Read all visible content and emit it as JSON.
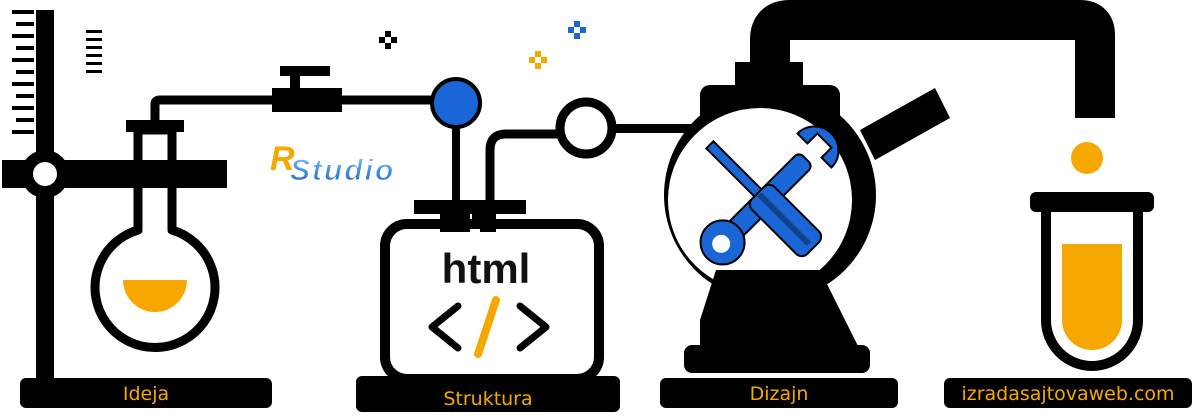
{
  "logo": {
    "r": "R",
    "rest": "Studio"
  },
  "laptop": {
    "word": "html",
    "code_open": "<",
    "code_slash": "/",
    "code_close": ">"
  },
  "stages": [
    {
      "label": "Ideja"
    },
    {
      "label": "Struktura"
    },
    {
      "label": "Dizajn"
    },
    {
      "label": "izradasajtovaweb.com"
    }
  ],
  "colors": {
    "ink": "#000000",
    "orange": "#f6a800",
    "blue": "#1a66d6",
    "white": "#ffffff"
  },
  "icons": [
    "ring-stand-icon",
    "round-flask-icon",
    "valve-icon",
    "laptop-icon",
    "wrench-screwdriver-icon",
    "test-tube-icon",
    "sparkle-icon"
  ]
}
